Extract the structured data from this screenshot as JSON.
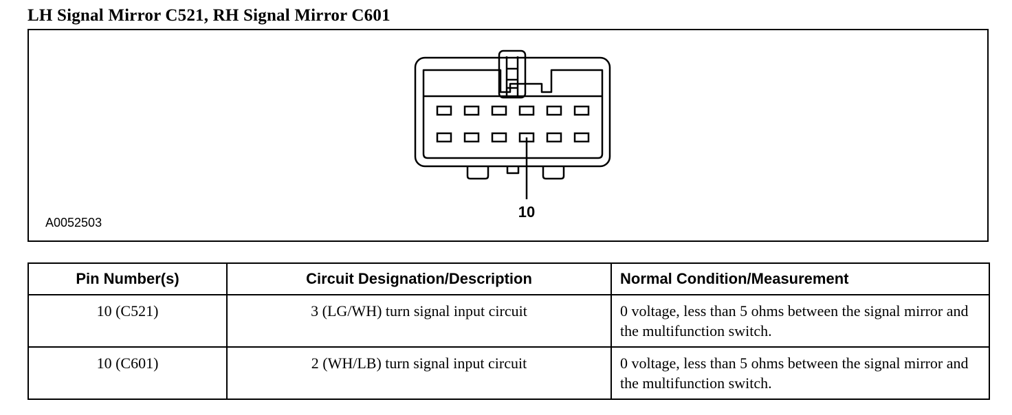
{
  "title": "LH Signal Mirror C521, RH Signal Mirror C601",
  "figure": {
    "id": "A0052503",
    "pin_callout": "10"
  },
  "table": {
    "headers": [
      "Pin Number(s)",
      "Circuit Designation/Description",
      "Normal Condition/Measurement"
    ],
    "rows": [
      {
        "pin": "10 (C521)",
        "circuit": "3 (LG/WH) turn signal input circuit",
        "measurement": "0 voltage, less than 5 ohms between the signal mirror and the multifunction switch."
      },
      {
        "pin": "10 (C601)",
        "circuit": "2 (WH/LB) turn signal input circuit",
        "measurement": "0 voltage, less than 5 ohms between the signal mirror and the multifunction switch."
      }
    ]
  }
}
